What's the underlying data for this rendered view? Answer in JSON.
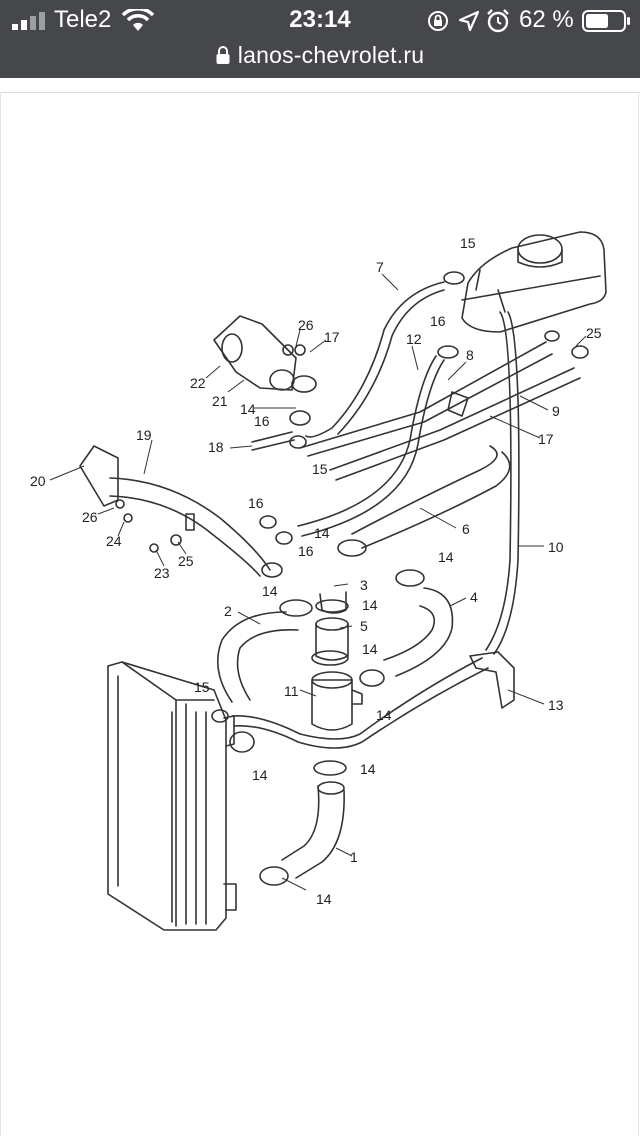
{
  "status_bar": {
    "carrier": "Tele2",
    "time": "23:14",
    "battery_percent": "62 %",
    "icons": [
      "signal-bars-icon",
      "wifi-icon",
      "orientation-lock-icon",
      "location-arrow-icon",
      "alarm-icon",
      "battery-icon"
    ]
  },
  "address_bar": {
    "url": "lanos-chevrolet.ru",
    "icon": "lock-icon"
  },
  "diagram": {
    "labels": {
      "l1": "1",
      "l2": "2",
      "l3": "3",
      "l4": "4",
      "l5": "5",
      "l6": "6",
      "l7": "7",
      "l8": "8",
      "l9": "9",
      "l10": "10",
      "l11": "11",
      "l12": "12",
      "l13": "13",
      "l14a": "14",
      "l14b": "14",
      "l14c": "14",
      "l14d": "14",
      "l14e": "14",
      "l14f": "14",
      "l14g": "14",
      "l14h": "14",
      "l14i": "14",
      "l14j": "14",
      "l15a": "15",
      "l15b": "15",
      "l15c": "15",
      "l16a": "16",
      "l16b": "16",
      "l16c": "16",
      "l16d": "16",
      "l17a": "17",
      "l17b": "17",
      "l18": "18",
      "l19": "19",
      "l20": "20",
      "l21": "21",
      "l22": "22",
      "l23": "23",
      "l24": "24",
      "l25a": "25",
      "l25b": "25",
      "l26a": "26",
      "l26b": "26"
    }
  }
}
